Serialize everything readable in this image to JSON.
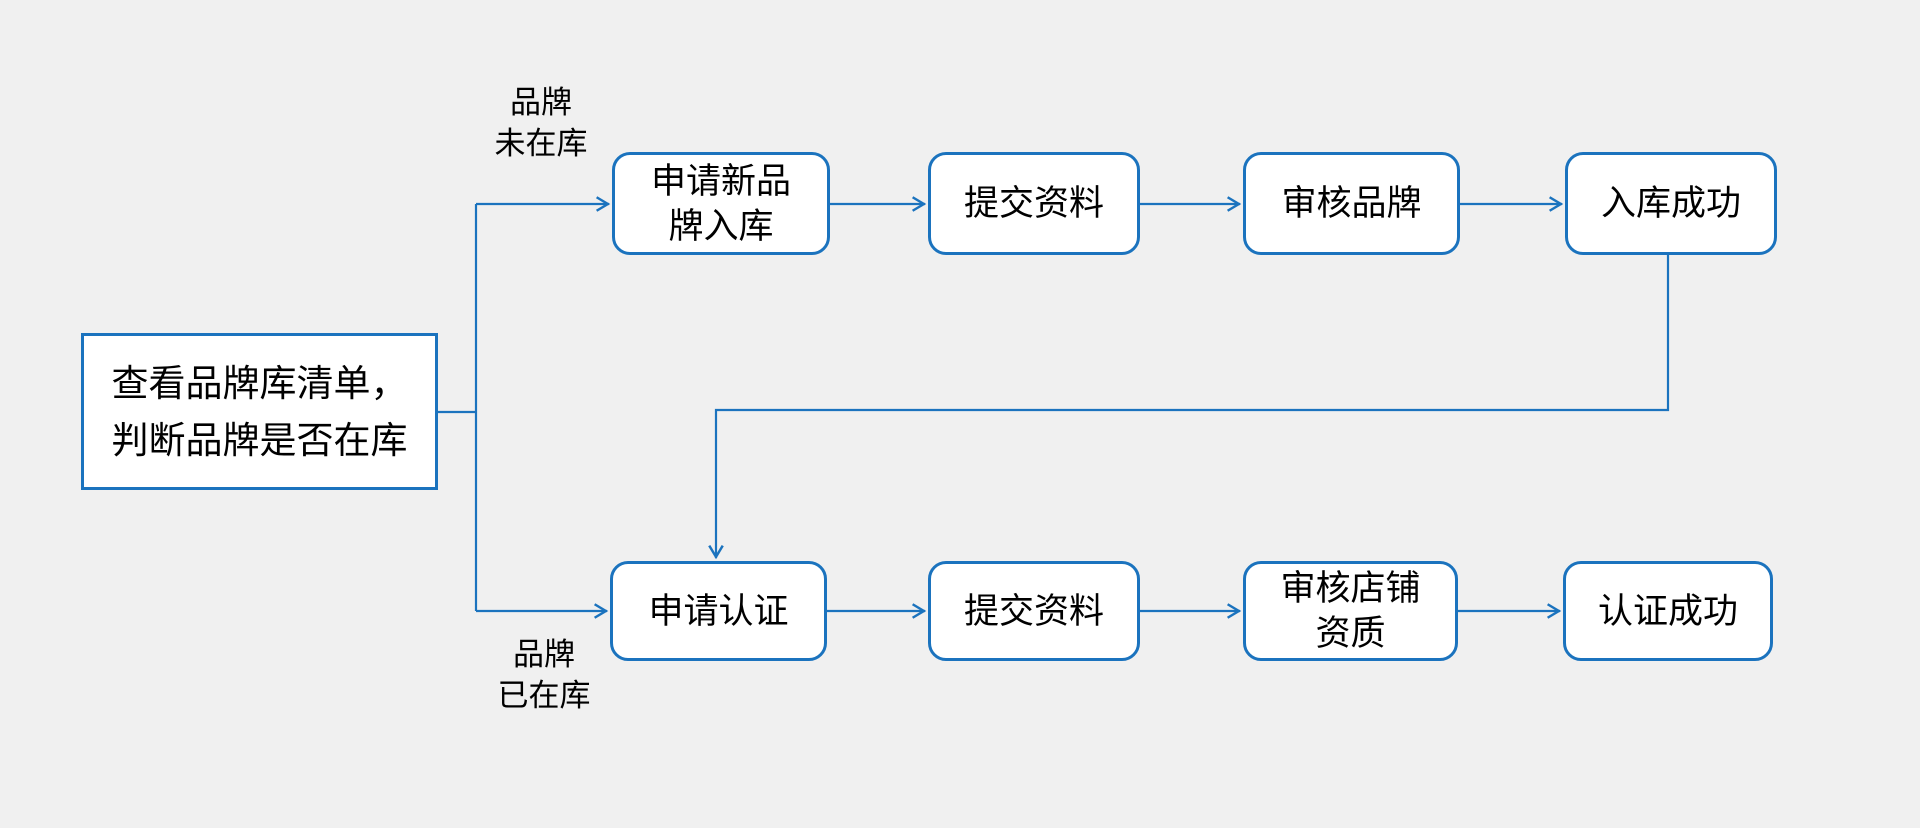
{
  "colors": {
    "background": "#f0f0f0",
    "line": "#1b73be",
    "node_fill": "#ffffff",
    "text": "#000000"
  },
  "nodes": {
    "start": {
      "label": "查看品牌库清单，\n判断品牌是否在库"
    },
    "apply_new_brand": {
      "label": "申请新品\n牌入库"
    },
    "submit_docs_top": {
      "label": "提交资料"
    },
    "review_brand": {
      "label": "审核品牌"
    },
    "storage_success": {
      "label": "入库成功"
    },
    "apply_cert": {
      "label": "申请认证"
    },
    "submit_docs_bottom": {
      "label": "提交资料"
    },
    "review_shop_qualification": {
      "label": "审核店铺\n资质"
    },
    "cert_success": {
      "label": "认证成功"
    }
  },
  "edge_labels": {
    "brand_not_in_library": "品牌\n未在库",
    "brand_in_library": "品牌\n已在库"
  }
}
